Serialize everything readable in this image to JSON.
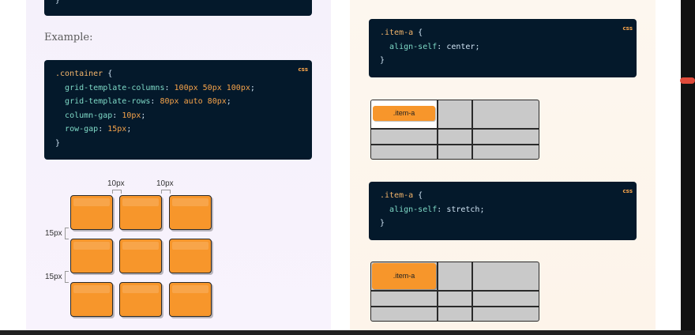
{
  "left": {
    "example_label": "Example:",
    "code": {
      "tag": "css",
      "selector": ".container",
      "open": " {",
      "close": "}",
      "props": [
        {
          "name": "grid-template-columns",
          "value": "100px 50px 100px"
        },
        {
          "name": "grid-template-rows",
          "value": "80px auto 80px"
        },
        {
          "name": "column-gap",
          "value": "10px"
        },
        {
          "name": "row-gap",
          "value": "15px"
        }
      ]
    },
    "diagram": {
      "column_gap_labels": [
        "10px",
        "10px"
      ],
      "row_gap_labels": [
        "15px",
        "15px"
      ],
      "box_count": 9
    }
  },
  "right": {
    "examples": [
      {
        "tag": "css",
        "selector": ".item-a",
        "open": " {",
        "property": "align-self",
        "value": "center",
        "close": "}",
        "item_label": ".item-a"
      },
      {
        "tag": "css",
        "selector": ".item-a",
        "open": " {",
        "property": "align-self",
        "value": "stretch",
        "close": "}",
        "item_label": ".item-a"
      }
    ]
  },
  "colors": {
    "code_bg": "#04192b",
    "accent_orange": "#f7962b",
    "scroll_thumb": "#e04b3b"
  }
}
